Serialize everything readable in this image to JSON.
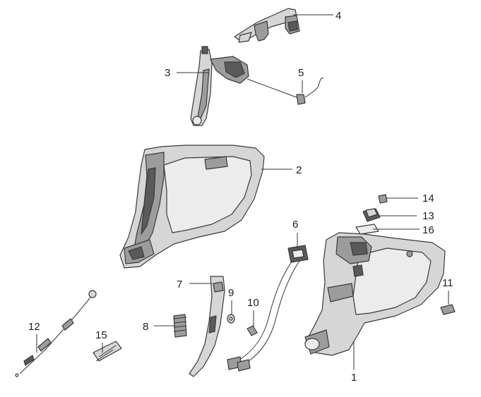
{
  "diagram": {
    "background": "#ffffff",
    "line_color": "#333333",
    "callouts": [
      {
        "id": "1",
        "label": "1"
      },
      {
        "id": "2",
        "label": "2"
      },
      {
        "id": "3",
        "label": "3"
      },
      {
        "id": "4",
        "label": "4"
      },
      {
        "id": "5",
        "label": "5"
      },
      {
        "id": "6",
        "label": "6"
      },
      {
        "id": "7",
        "label": "7"
      },
      {
        "id": "8",
        "label": "8"
      },
      {
        "id": "9",
        "label": "9"
      },
      {
        "id": "10",
        "label": "10"
      },
      {
        "id": "11",
        "label": "11"
      },
      {
        "id": "12",
        "label": "12"
      },
      {
        "id": "13",
        "label": "13"
      },
      {
        "id": "14",
        "label": "14"
      },
      {
        "id": "15",
        "label": "15"
      },
      {
        "id": "16",
        "label": "16"
      }
    ]
  }
}
